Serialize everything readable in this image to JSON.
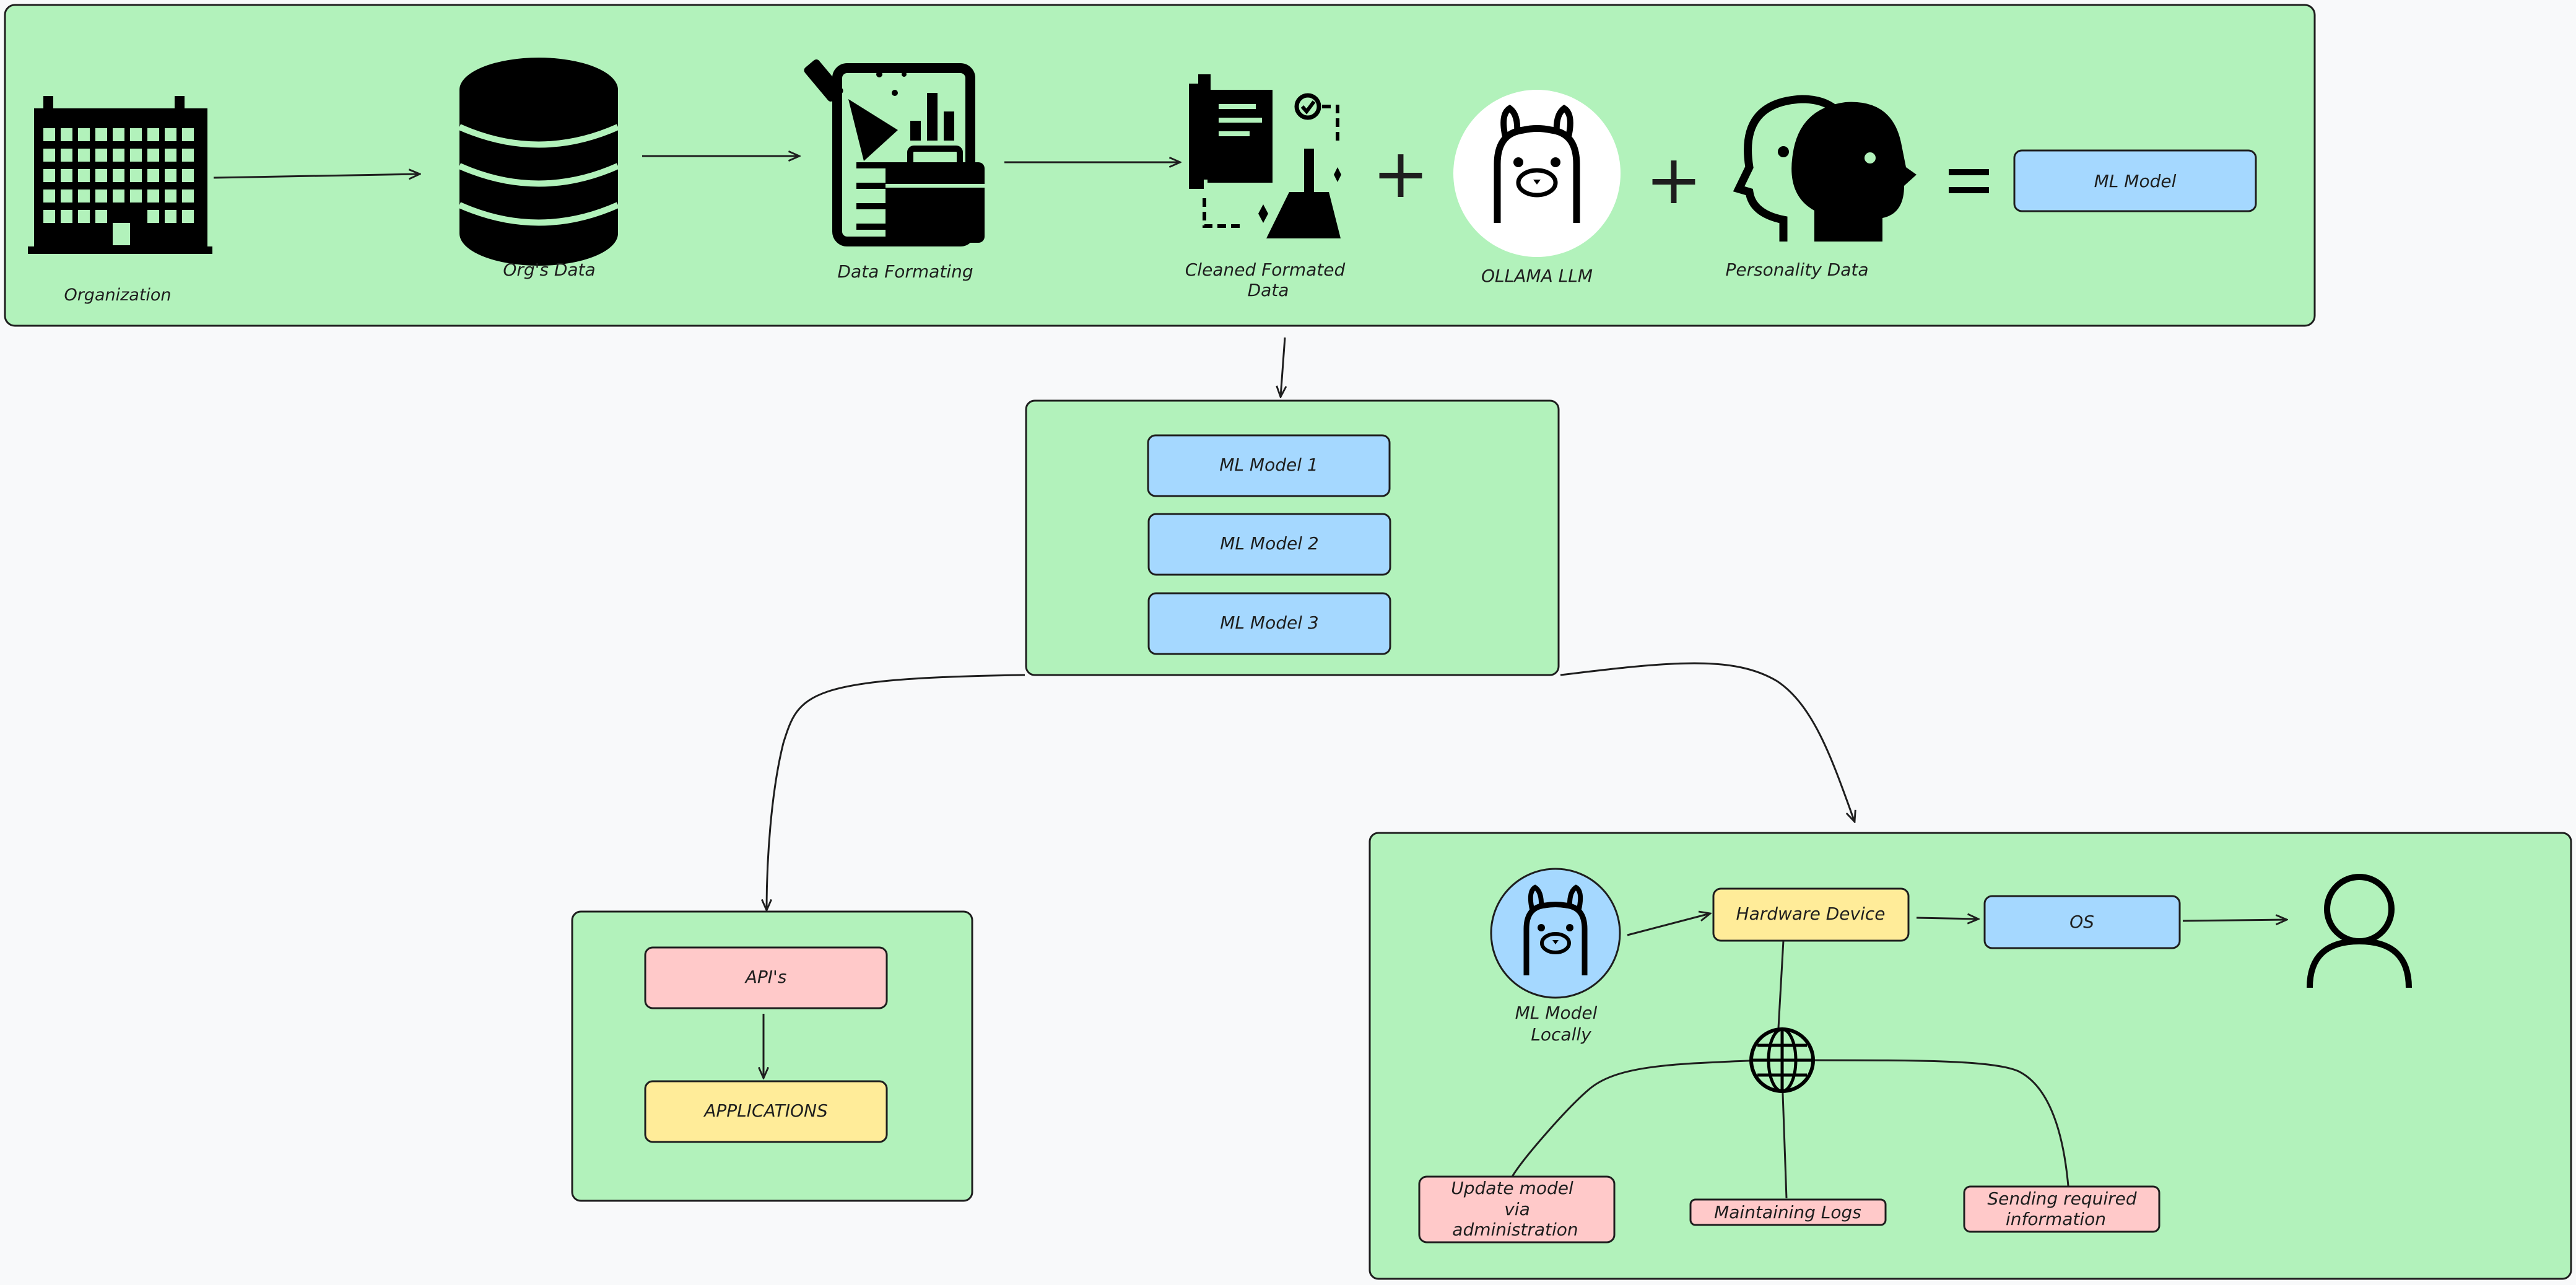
{
  "colors": {
    "canvas": "#f8f9fa",
    "panel_green": "#b2f2bb",
    "box_blue": "#a5d8ff",
    "box_pink": "#ffc9c9",
    "box_yellow": "#ffec99",
    "stroke": "#1e1e1e"
  },
  "pipeline": {
    "organization_label": "Organization",
    "orgs_data_label": "Org's Data",
    "data_formatting_label": "Data Formating",
    "cleaned_data_label_line1": "Cleaned Formated",
    "cleaned_data_label_line2": "Data",
    "ollama_label": "OLLAMA LLM",
    "personality_label": "Personality Data",
    "plus_symbol": "+",
    "equals_symbol": "=",
    "result_box": "ML Model"
  },
  "models": {
    "items": [
      "ML Model 1",
      "ML Model 2",
      "ML Model 3"
    ]
  },
  "api_panel": {
    "api_box": "API's",
    "applications_box": "APPLICATIONS"
  },
  "device_panel": {
    "local_model_line1": "ML Model",
    "local_model_line2": "Locally",
    "hardware_box": "Hardware Device",
    "os_box": "OS",
    "update_line1": "Update model",
    "update_line2": "via",
    "update_line3": "administration",
    "logs_box": "Maintaining Logs",
    "sending_line1": "Sending required",
    "sending_line2": "information"
  }
}
